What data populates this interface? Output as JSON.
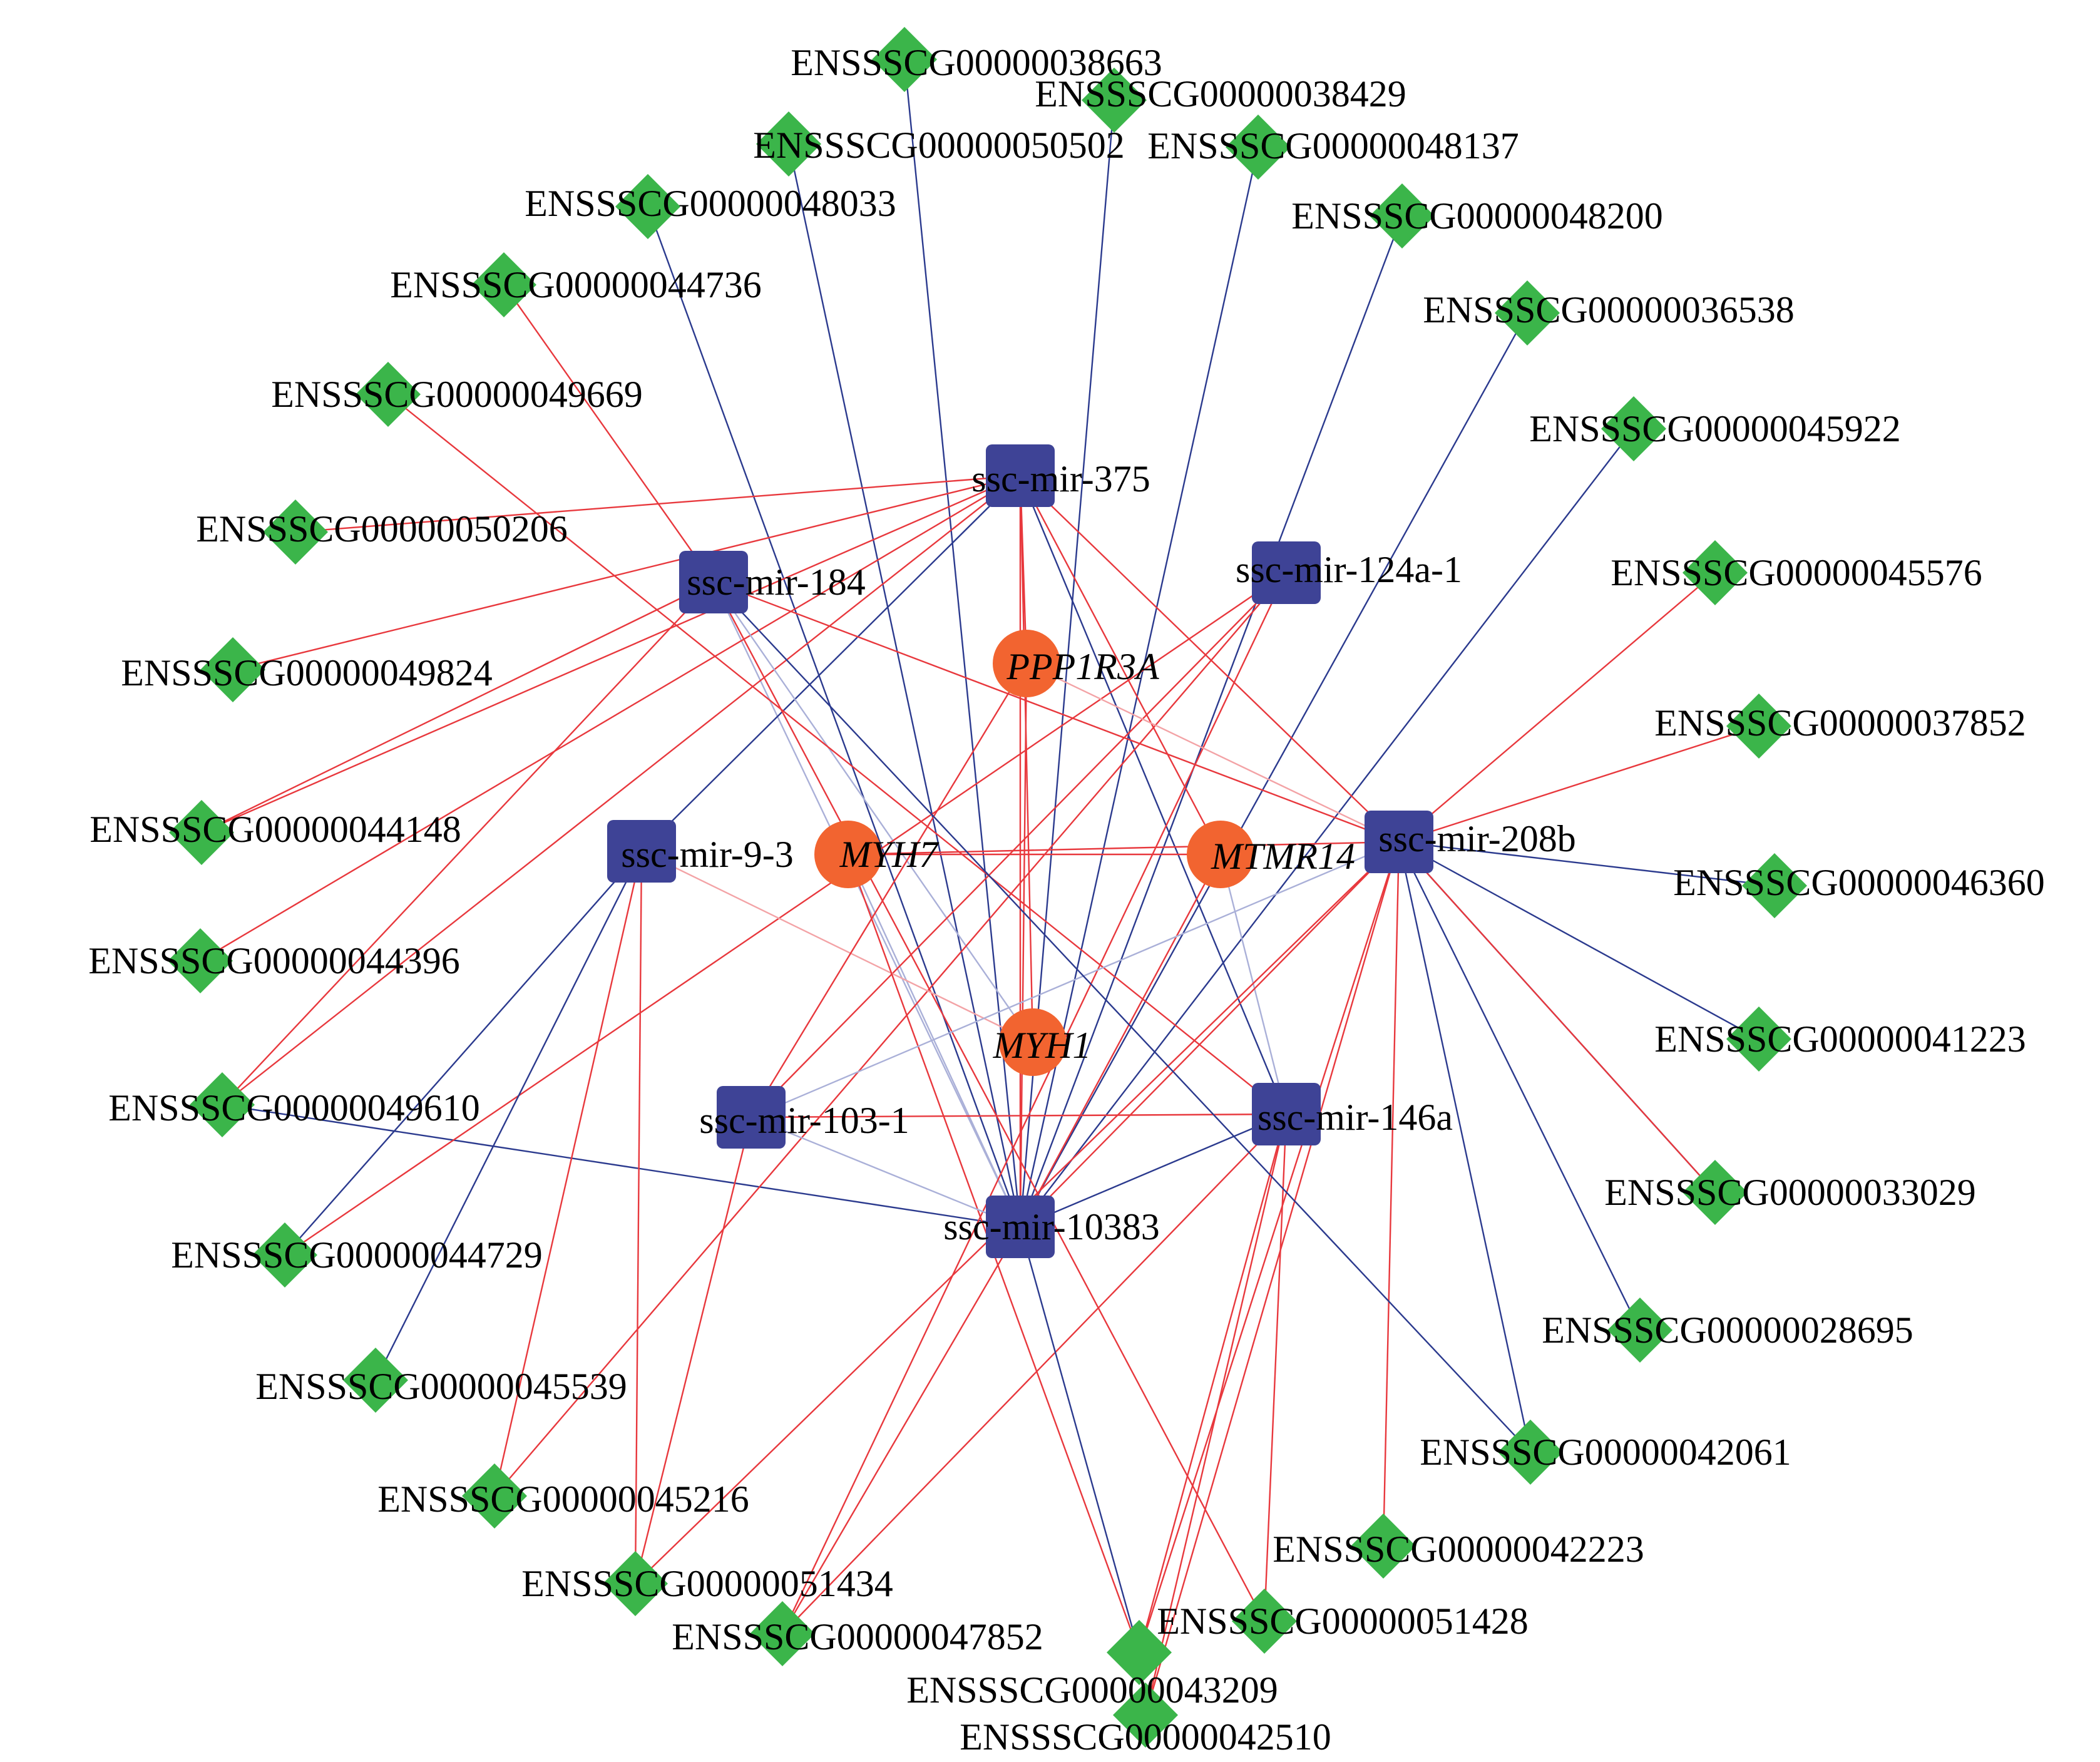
{
  "colors": {
    "gene_node": "#3bb54a",
    "mirna_node": "#3e4396",
    "mrna_node": "#f26430",
    "edge_red": "#e8383d",
    "edge_blue": "#2b3a8e",
    "label": "#000000"
  },
  "icons": {
    "gene_node": "diamond-icon",
    "mirna_node": "square-icon",
    "mrna_node": "ellipse-icon"
  },
  "nodes": [
    {
      "id": "g38663",
      "label": "ENSSSCG00000038663",
      "type": "gene"
    },
    {
      "id": "g38429",
      "label": "ENSSSCG00000038429",
      "type": "gene"
    },
    {
      "id": "g50502",
      "label": "ENSSSCG00000050502",
      "type": "gene"
    },
    {
      "id": "g48137",
      "label": "ENSSSCG00000048137",
      "type": "gene"
    },
    {
      "id": "g48033",
      "label": "ENSSSCG00000048033",
      "type": "gene"
    },
    {
      "id": "g48200",
      "label": "ENSSSCG00000048200",
      "type": "gene"
    },
    {
      "id": "g44736",
      "label": "ENSSSCG00000044736",
      "type": "gene"
    },
    {
      "id": "g36538",
      "label": "ENSSSCG00000036538",
      "type": "gene"
    },
    {
      "id": "g49669",
      "label": "ENSSSCG00000049669",
      "type": "gene"
    },
    {
      "id": "g45922",
      "label": "ENSSSCG00000045922",
      "type": "gene"
    },
    {
      "id": "g50206",
      "label": "ENSSSCG00000050206",
      "type": "gene"
    },
    {
      "id": "g45576",
      "label": "ENSSSCG00000045576",
      "type": "gene"
    },
    {
      "id": "g49824",
      "label": "ENSSSCG00000049824",
      "type": "gene"
    },
    {
      "id": "g37852",
      "label": "ENSSSCG00000037852",
      "type": "gene"
    },
    {
      "id": "g44148",
      "label": "ENSSSCG00000044148",
      "type": "gene"
    },
    {
      "id": "g46360",
      "label": "ENSSSCG00000046360",
      "type": "gene"
    },
    {
      "id": "g44396",
      "label": "ENSSSCG00000044396",
      "type": "gene"
    },
    {
      "id": "g41223",
      "label": "ENSSSCG00000041223",
      "type": "gene"
    },
    {
      "id": "g49610",
      "label": "ENSSSCG00000049610",
      "type": "gene"
    },
    {
      "id": "g33029",
      "label": "ENSSSCG00000033029",
      "type": "gene"
    },
    {
      "id": "g44729",
      "label": "ENSSSCG00000044729",
      "type": "gene"
    },
    {
      "id": "g28695",
      "label": "ENSSSCG00000028695",
      "type": "gene"
    },
    {
      "id": "g45539",
      "label": "ENSSSCG00000045539",
      "type": "gene"
    },
    {
      "id": "g42061",
      "label": "ENSSSCG00000042061",
      "type": "gene"
    },
    {
      "id": "g45216",
      "label": "ENSSSCG00000045216",
      "type": "gene"
    },
    {
      "id": "g42223",
      "label": "ENSSSCG00000042223",
      "type": "gene"
    },
    {
      "id": "g51434",
      "label": "ENSSSCG00000051434",
      "type": "gene"
    },
    {
      "id": "g51428",
      "label": "ENSSSCG00000051428",
      "type": "gene"
    },
    {
      "id": "g47852",
      "label": "ENSSSCG00000047852",
      "type": "gene"
    },
    {
      "id": "g43209",
      "label": "ENSSSCG00000043209",
      "type": "gene"
    },
    {
      "id": "g42510",
      "label": "ENSSSCG00000042510",
      "type": "gene"
    },
    {
      "id": "m375",
      "label": "ssc-mir-375",
      "type": "mirna"
    },
    {
      "id": "m184",
      "label": "ssc-mir-184",
      "type": "mirna"
    },
    {
      "id": "m124a1",
      "label": "ssc-mir-124a-1",
      "type": "mirna"
    },
    {
      "id": "m93",
      "label": "ssc-mir-9-3",
      "type": "mirna"
    },
    {
      "id": "m208b",
      "label": "ssc-mir-208b",
      "type": "mirna"
    },
    {
      "id": "m1031",
      "label": "ssc-mir-103-1",
      "type": "mirna"
    },
    {
      "id": "m146a",
      "label": "ssc-mir-146a",
      "type": "mirna"
    },
    {
      "id": "m10383",
      "label": "ssc-mir-10383",
      "type": "mirna"
    },
    {
      "id": "ppp1r3a",
      "label": "PPP1R3A",
      "type": "mrna"
    },
    {
      "id": "myh7",
      "label": "MYH7",
      "type": "mrna"
    },
    {
      "id": "mtmr14",
      "label": "MTMR14",
      "type": "mrna"
    },
    {
      "id": "myh1",
      "label": "MYH1",
      "type": "mrna"
    }
  ],
  "edges": [
    {
      "source": "m10383",
      "target": "g38663",
      "color": "blue"
    },
    {
      "source": "m10383",
      "target": "g38429",
      "color": "blue"
    },
    {
      "source": "m10383",
      "target": "g50502",
      "color": "blue"
    },
    {
      "source": "m10383",
      "target": "g48137",
      "color": "blue"
    },
    {
      "source": "m10383",
      "target": "g48033",
      "color": "blue"
    },
    {
      "source": "m10383",
      "target": "g45922",
      "color": "blue"
    },
    {
      "source": "m10383",
      "target": "g36538",
      "color": "blue"
    },
    {
      "source": "m10383",
      "target": "g49610",
      "color": "blue"
    },
    {
      "source": "m10383",
      "target": "myh7",
      "color": "lightblue"
    },
    {
      "source": "m10383",
      "target": "m184",
      "color": "lightblue"
    },
    {
      "source": "m10383",
      "target": "g48200",
      "color": "blue"
    },
    {
      "source": "m10383",
      "target": "ppp1r3a",
      "color": "red"
    },
    {
      "source": "m10383",
      "target": "m375",
      "color": "red"
    },
    {
      "source": "m10383",
      "target": "g47852",
      "color": "red"
    },
    {
      "source": "m375",
      "target": "g50206",
      "color": "red"
    },
    {
      "source": "m375",
      "target": "g49824",
      "color": "red"
    },
    {
      "source": "m375",
      "target": "g44148",
      "color": "red"
    },
    {
      "source": "m375",
      "target": "g44396",
      "color": "red"
    },
    {
      "source": "m375",
      "target": "g49610",
      "color": "red"
    },
    {
      "source": "m375",
      "target": "ppp1r3a",
      "color": "red"
    },
    {
      "source": "m375",
      "target": "mtmr14",
      "color": "red"
    },
    {
      "source": "m375",
      "target": "m208b",
      "color": "red"
    },
    {
      "source": "m375",
      "target": "myh1",
      "color": "red"
    },
    {
      "source": "m375",
      "target": "m146a",
      "color": "blue"
    },
    {
      "source": "m375",
      "target": "m93",
      "color": "blue"
    },
    {
      "source": "m184",
      "target": "g44736",
      "color": "red"
    },
    {
      "source": "m184",
      "target": "g44148",
      "color": "red"
    },
    {
      "source": "m184",
      "target": "g49610",
      "color": "red"
    },
    {
      "source": "m184",
      "target": "m208b",
      "color": "red"
    },
    {
      "source": "m184",
      "target": "g51428",
      "color": "red"
    },
    {
      "source": "m184",
      "target": "myh1",
      "color": "lightblue"
    },
    {
      "source": "g49669",
      "target": "m146a",
      "color": "red"
    },
    {
      "source": "m124a1",
      "target": "g44729",
      "color": "red"
    },
    {
      "source": "m124a1",
      "target": "g47852",
      "color": "red"
    },
    {
      "source": "m124a1",
      "target": "m1031",
      "color": "red"
    },
    {
      "source": "m124a1",
      "target": "g45216",
      "color": "red"
    },
    {
      "source": "m93",
      "target": "g44729",
      "color": "blue"
    },
    {
      "source": "m93",
      "target": "g45539",
      "color": "blue"
    },
    {
      "source": "m93",
      "target": "g45216",
      "color": "red"
    },
    {
      "source": "m93",
      "target": "g51434",
      "color": "red"
    },
    {
      "source": "m93",
      "target": "myh1",
      "color": "lightred"
    },
    {
      "source": "myh7",
      "target": "mtmr14",
      "color": "red"
    },
    {
      "source": "myh7",
      "target": "m208b",
      "color": "red"
    },
    {
      "source": "myh7",
      "target": "g43209",
      "color": "red"
    },
    {
      "source": "ppp1r3a",
      "target": "m1031",
      "color": "red"
    },
    {
      "source": "ppp1r3a",
      "target": "m208b",
      "color": "lightred"
    },
    {
      "source": "mtmr14",
      "target": "m10383",
      "color": "red"
    },
    {
      "source": "mtmr14",
      "target": "m146a",
      "color": "lightblue"
    },
    {
      "source": "m208b",
      "target": "g45576",
      "color": "red"
    },
    {
      "source": "m208b",
      "target": "g37852",
      "color": "red"
    },
    {
      "source": "m208b",
      "target": "g46360",
      "color": "blue"
    },
    {
      "source": "m208b",
      "target": "g41223",
      "color": "blue"
    },
    {
      "source": "m208b",
      "target": "g33029",
      "color": "blue"
    },
    {
      "source": "m208b",
      "target": "g28695",
      "color": "blue"
    },
    {
      "source": "m208b",
      "target": "g42061",
      "color": "blue"
    },
    {
      "source": "m208b",
      "target": "g42223",
      "color": "red"
    },
    {
      "source": "m208b",
      "target": "g43209",
      "color": "red"
    },
    {
      "source": "m208b",
      "target": "g42510",
      "color": "red"
    },
    {
      "source": "m208b",
      "target": "g51434",
      "color": "red"
    },
    {
      "source": "m208b",
      "target": "m1031",
      "color": "lightblue"
    },
    {
      "source": "m208b",
      "target": "g33029",
      "color": "red"
    },
    {
      "source": "m208b",
      "target": "m10383",
      "color": "red"
    },
    {
      "source": "m146a",
      "target": "g47852",
      "color": "red"
    },
    {
      "source": "m146a",
      "target": "g42510",
      "color": "red"
    },
    {
      "source": "m146a",
      "target": "g43209",
      "color": "red"
    },
    {
      "source": "m146a",
      "target": "g51428",
      "color": "red"
    },
    {
      "source": "m146a",
      "target": "m1031",
      "color": "red"
    },
    {
      "source": "m146a",
      "target": "m10383",
      "color": "blue"
    },
    {
      "source": "m184",
      "target": "g42061",
      "color": "blue"
    },
    {
      "source": "m1031",
      "target": "g51434",
      "color": "red"
    },
    {
      "source": "m10383",
      "target": "g43209",
      "color": "blue"
    },
    {
      "source": "m1031",
      "target": "m10383",
      "color": "lightblue"
    }
  ]
}
